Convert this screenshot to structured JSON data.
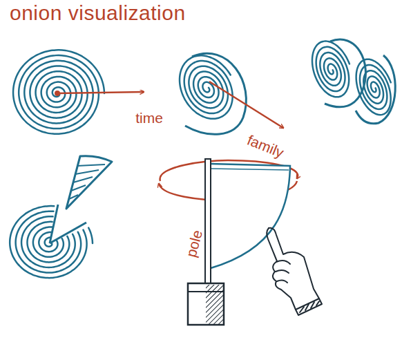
{
  "diagram": {
    "title": "onion visualization",
    "labels": [
      "time",
      "family",
      "pole"
    ]
  }
}
